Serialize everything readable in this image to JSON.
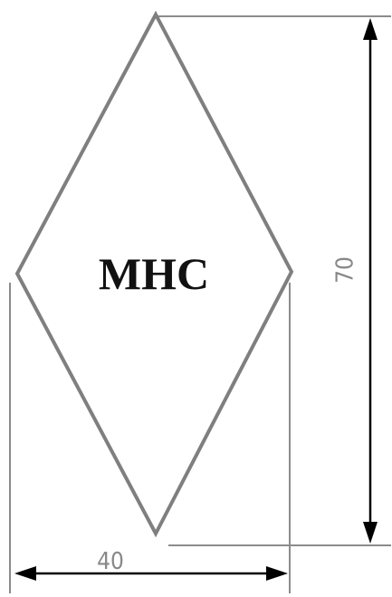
{
  "shape": {
    "type": "rhombus",
    "label": "MHC"
  },
  "dimensions": {
    "height_label": "70",
    "width_label": "40"
  },
  "colors": {
    "outline": "#7f7f7f",
    "extension_lines": "#8c8c8c",
    "dimension_lines": "#000000",
    "label_text": "#111111",
    "dimension_text": "#888888"
  }
}
